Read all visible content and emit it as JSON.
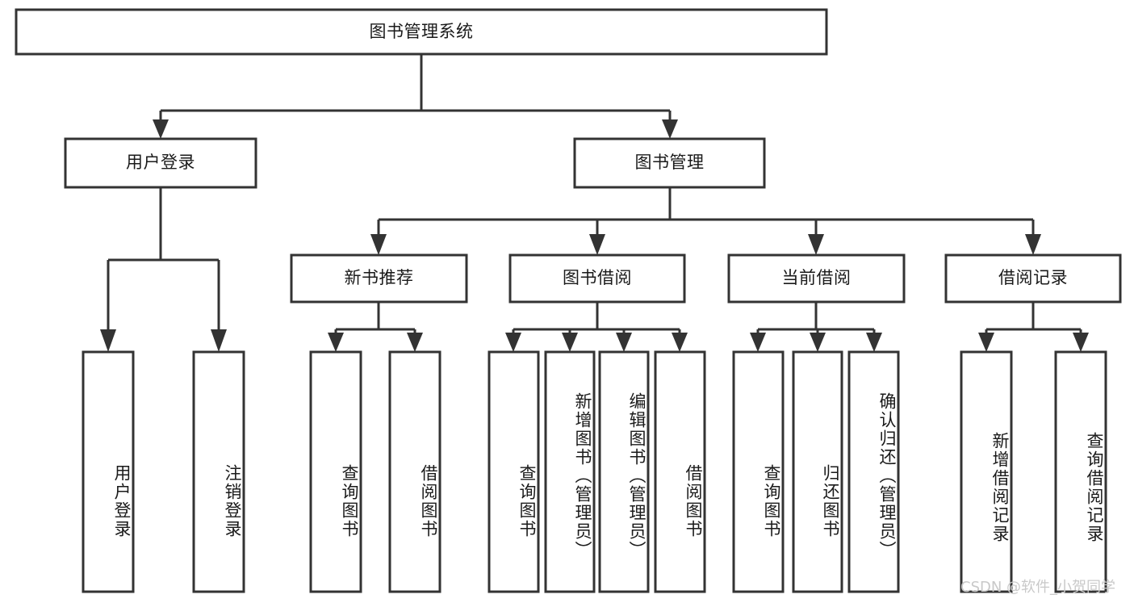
{
  "diagram": {
    "type": "tree-hierarchy",
    "title": "图书管理系统",
    "watermark": "CSDN @软件_小贺同学",
    "colors": {
      "stroke": "#333333",
      "fill": "#ffffff",
      "text": "#1a1a1a",
      "watermark": "#c9c9c9",
      "background": "#ffffff"
    },
    "levels": {
      "root": {
        "label": "图书管理系统",
        "orientation": "horizontal"
      },
      "level2": [
        {
          "label": "用户登录",
          "orientation": "horizontal"
        },
        {
          "label": "图书管理",
          "orientation": "horizontal"
        }
      ],
      "level3": [
        {
          "label": "新书推荐",
          "orientation": "horizontal"
        },
        {
          "label": "图书借阅",
          "orientation": "horizontal"
        },
        {
          "label": "当前借阅",
          "orientation": "horizontal"
        },
        {
          "label": "借阅记录",
          "orientation": "horizontal"
        }
      ],
      "leaves": [
        {
          "label": "用户登录",
          "orientation": "vertical",
          "parent": "用户登录"
        },
        {
          "label": "注销登录",
          "orientation": "vertical",
          "parent": "用户登录"
        },
        {
          "label": "查询图书",
          "orientation": "vertical",
          "parent": "新书推荐"
        },
        {
          "label": "借阅图书",
          "orientation": "vertical",
          "parent": "新书推荐"
        },
        {
          "label": "查询图书",
          "orientation": "vertical",
          "parent": "图书借阅"
        },
        {
          "label": "新增图书（管理员）",
          "orientation": "vertical",
          "parent": "图书借阅"
        },
        {
          "label": "编辑图书（管理员）",
          "orientation": "vertical",
          "parent": "图书借阅"
        },
        {
          "label": "借阅图书",
          "orientation": "vertical",
          "parent": "图书借阅"
        },
        {
          "label": "查询图书",
          "orientation": "vertical",
          "parent": "当前借阅"
        },
        {
          "label": "归还图书",
          "orientation": "vertical",
          "parent": "当前借阅"
        },
        {
          "label": "确认归还（管理员）",
          "orientation": "vertical",
          "parent": "当前借阅"
        },
        {
          "label": "新增借阅记录",
          "orientation": "vertical",
          "parent": "借阅记录"
        },
        {
          "label": "查询借阅记录",
          "orientation": "vertical",
          "parent": "借阅记录"
        }
      ]
    }
  }
}
